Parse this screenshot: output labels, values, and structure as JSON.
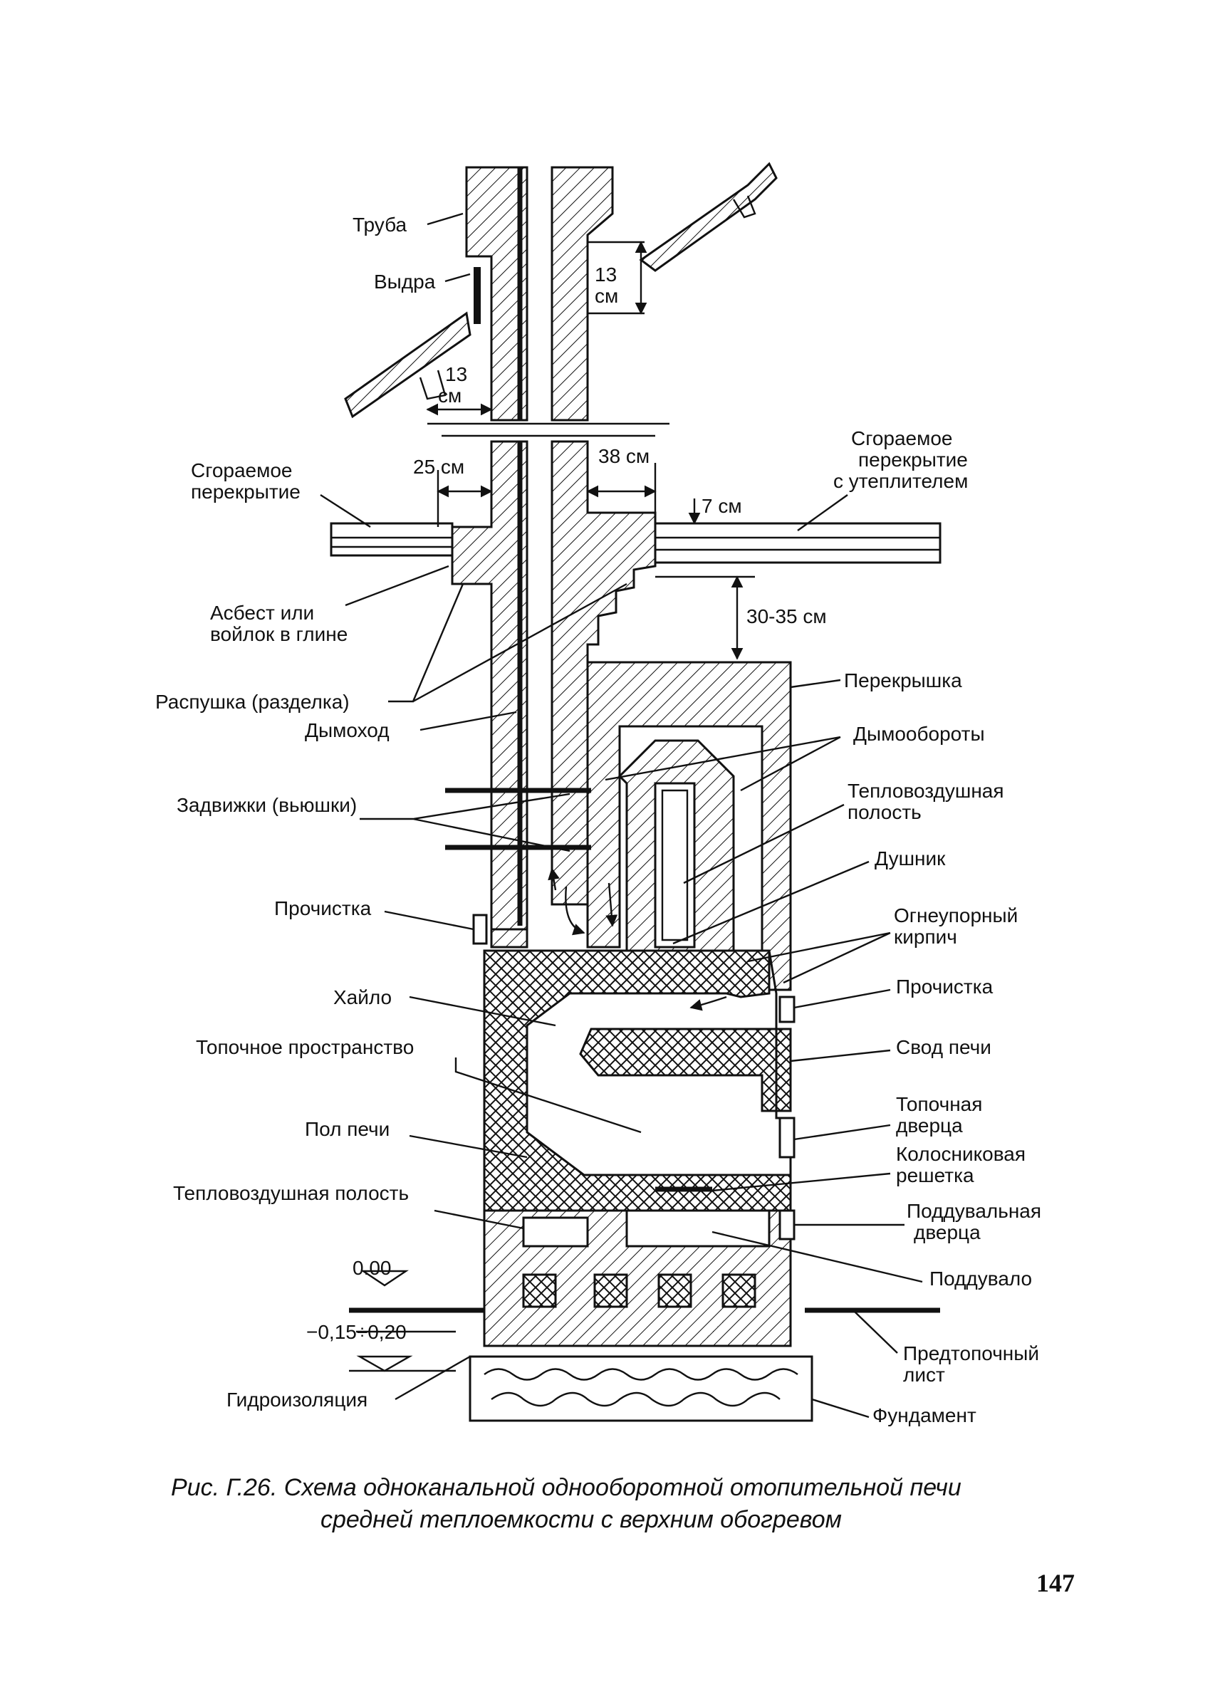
{
  "diagram": {
    "labels": {
      "truba": "Труба",
      "vydra": "Выдра",
      "dim13_top": [
        "13",
        "см"
      ],
      "dim13_left": [
        "13",
        "см"
      ],
      "dim25": "25 см",
      "dim38": "38 см",
      "sgor_left": [
        "Сгораемое",
        "перекрытие"
      ],
      "sgor_right": [
        "Сгораемое",
        "перекрытие",
        "с утеплителем"
      ],
      "dim7": "7 см",
      "asbest": [
        "Асбест или",
        "войлок в глине"
      ],
      "dim30": "30-35 см",
      "peregryshka": "Перекрышка",
      "raspushka": "Распушка (разделка)",
      "dymokhod": "Дымоход",
      "dymooboroty": "Дымообороты",
      "teplovoz_top": [
        "Тепловоздушная",
        "полость"
      ],
      "zadvizhki": "Задвижки (вьюшки)",
      "dushnik": "Душник",
      "prochistka_left": "Прочистка",
      "ogneupor": [
        "Огнеупорный",
        "кирпич"
      ],
      "prochistka_right": "Прочистка",
      "khailo": "Хайло",
      "topochnoe": "Топочное пространство",
      "svod": "Свод печи",
      "pol": "Пол печи",
      "topochnaya_dverca": [
        "Топочная",
        "дверца"
      ],
      "kolosnik": [
        "Колосниковая",
        "решетка"
      ],
      "teplovoz_bottom": "Тепловоздушная полость",
      "podduval_dverca": [
        "Поддувальная",
        "дверца"
      ],
      "level_000": "0.00",
      "podduvalo": "Поддувало",
      "level_015": "−0,15÷0,20",
      "predtop": [
        "Предтопочный",
        "лист"
      ],
      "gidro": "Гидроизоляция",
      "fundament": "Фундамент"
    }
  },
  "caption": {
    "line1": "Рис. Г.26. Схема одноканальной однооборотной отопительной печи",
    "line2": "средней теплоемкости с верхним обогревом"
  },
  "page_number": "147"
}
